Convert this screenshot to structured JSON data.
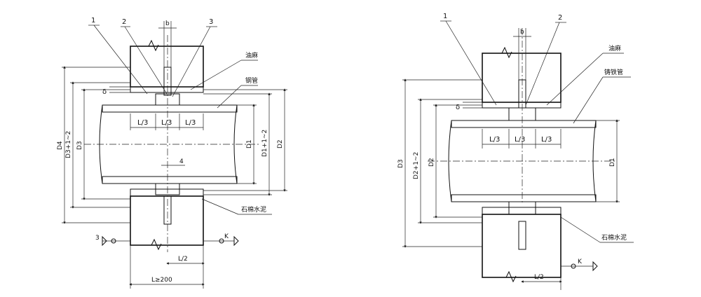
{
  "left_drawing": {
    "callouts": [
      "1",
      "2",
      "3"
    ],
    "gap_label": "b",
    "delta_label": "δ",
    "thickness_label": "4",
    "dims_left": [
      "D4",
      "D3+1~2",
      "D3"
    ],
    "dims_right": [
      "D1",
      "D1+1~2",
      "D2"
    ],
    "segments": [
      "L/3",
      "L/3",
      "L/3"
    ],
    "half_len": "L/2",
    "total_len": "L≥200",
    "note_top1": "油麻",
    "note_top2": "钢管",
    "note_bottom": "石棉水泥",
    "section_mark_left": "3",
    "section_mark_right": "K"
  },
  "right_drawing": {
    "callouts": [
      "1",
      "2"
    ],
    "gap_label": "b",
    "delta_label": "δ",
    "dims_left": [
      "D3",
      "D2+1~2",
      "D2"
    ],
    "dims_right": [
      "D1"
    ],
    "segments": [
      "L/3",
      "L/3",
      "L/3"
    ],
    "half_len": "L/2",
    "note_top1": "油麻",
    "note_top2": "铸铁管",
    "note_bottom": "石棉水泥",
    "section_mark_right": "K"
  }
}
